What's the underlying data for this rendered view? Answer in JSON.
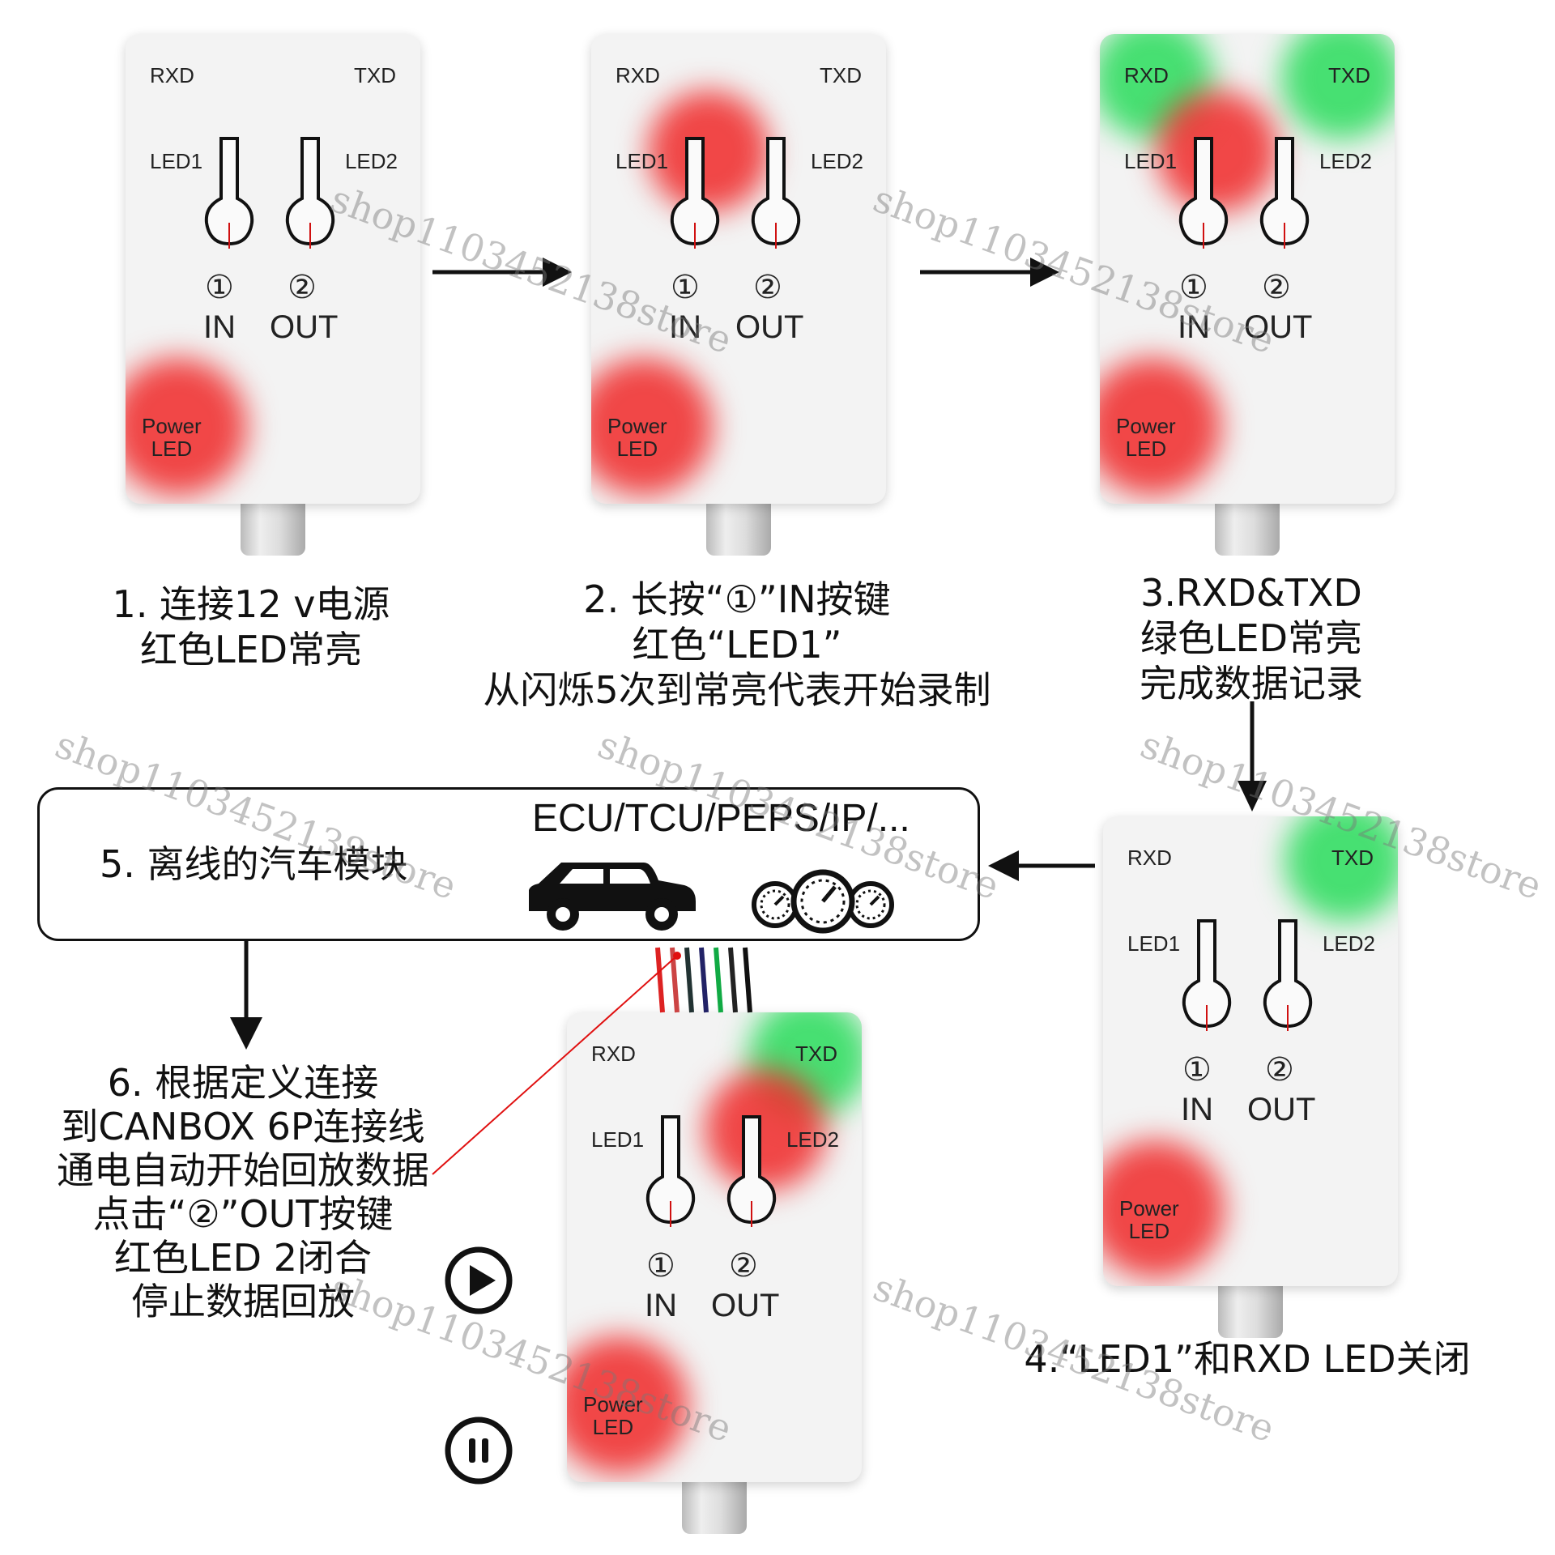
{
  "devices": [
    {
      "id": "d1",
      "labels": {
        "rxd": "RXD",
        "txd": "TXD",
        "led1": "LED1",
        "led2": "LED2",
        "power": "Power",
        "power2": "LED",
        "num1": "①",
        "num2": "②",
        "in": "IN",
        "out": "OUT"
      },
      "lights": {
        "rxd": "off",
        "txd": "off",
        "led1": "off",
        "led2": "off",
        "power": "red"
      }
    },
    {
      "id": "d2",
      "labels": {
        "rxd": "RXD",
        "txd": "TXD",
        "led1": "LED1",
        "led2": "LED2",
        "power": "Power",
        "power2": "LED",
        "num1": "①",
        "num2": "②",
        "in": "IN",
        "out": "OUT"
      },
      "lights": {
        "rxd": "off",
        "txd": "off",
        "led1": "red",
        "led2": "off",
        "power": "red"
      }
    },
    {
      "id": "d3",
      "labels": {
        "rxd": "RXD",
        "txd": "TXD",
        "led1": "LED1",
        "led2": "LED2",
        "power": "Power",
        "power2": "LED",
        "num1": "①",
        "num2": "②",
        "in": "IN",
        "out": "OUT"
      },
      "lights": {
        "rxd": "green",
        "txd": "green",
        "led1": "red",
        "led2": "off",
        "power": "red"
      }
    },
    {
      "id": "d4",
      "labels": {
        "rxd": "RXD",
        "txd": "TXD",
        "led1": "LED1",
        "led2": "LED2",
        "power": "Power",
        "power2": "LED",
        "num1": "①",
        "num2": "②",
        "in": "IN",
        "out": "OUT"
      },
      "lights": {
        "rxd": "off",
        "txd": "green",
        "led1": "off",
        "led2": "off",
        "power": "red"
      }
    },
    {
      "id": "d6",
      "labels": {
        "rxd": "RXD",
        "txd": "TXD",
        "led1": "LED1",
        "led2": "LED2",
        "power": "Power",
        "power2": "LED",
        "num1": "①",
        "num2": "②",
        "in": "IN",
        "out": "OUT"
      },
      "lights": {
        "rxd": "off",
        "txd": "green",
        "led1": "off",
        "led2": "red",
        "power": "red"
      }
    }
  ],
  "captions": {
    "step1": [
      "1. 连接12 v电源",
      "红色LED常亮"
    ],
    "step2": [
      "2. 长按“①”IN按键",
      "红色“LED1”",
      "从闪烁5次到常亮代表开始录制"
    ],
    "step3": [
      "3.RXD&TXD",
      "绿色LED常亮",
      "完成数据记录"
    ],
    "step4": [
      "4.“LED1”和RXD LED关闭"
    ],
    "step6": [
      "6. 根据定义连接",
      "到CANBOX 6P连接线",
      "通电自动开始回放数据",
      "点击“②”OUT按键",
      "红色LED 2闭合",
      "停止数据回放"
    ]
  },
  "module_box": {
    "title": "5. 离线的汽车模块",
    "modules": "ECU/TCU/PEPS/IP/..."
  },
  "icons": [
    "car-icon",
    "gauge-cluster-icon",
    "play-icon",
    "pause-icon"
  ],
  "watermark": "shop1103452138store",
  "colors": {
    "led_red": "#f02828",
    "led_green": "#28dc5a",
    "wire": [
      "#d22",
      "#c44",
      "#233",
      "#226",
      "#1a4",
      "#222",
      "#111"
    ]
  }
}
